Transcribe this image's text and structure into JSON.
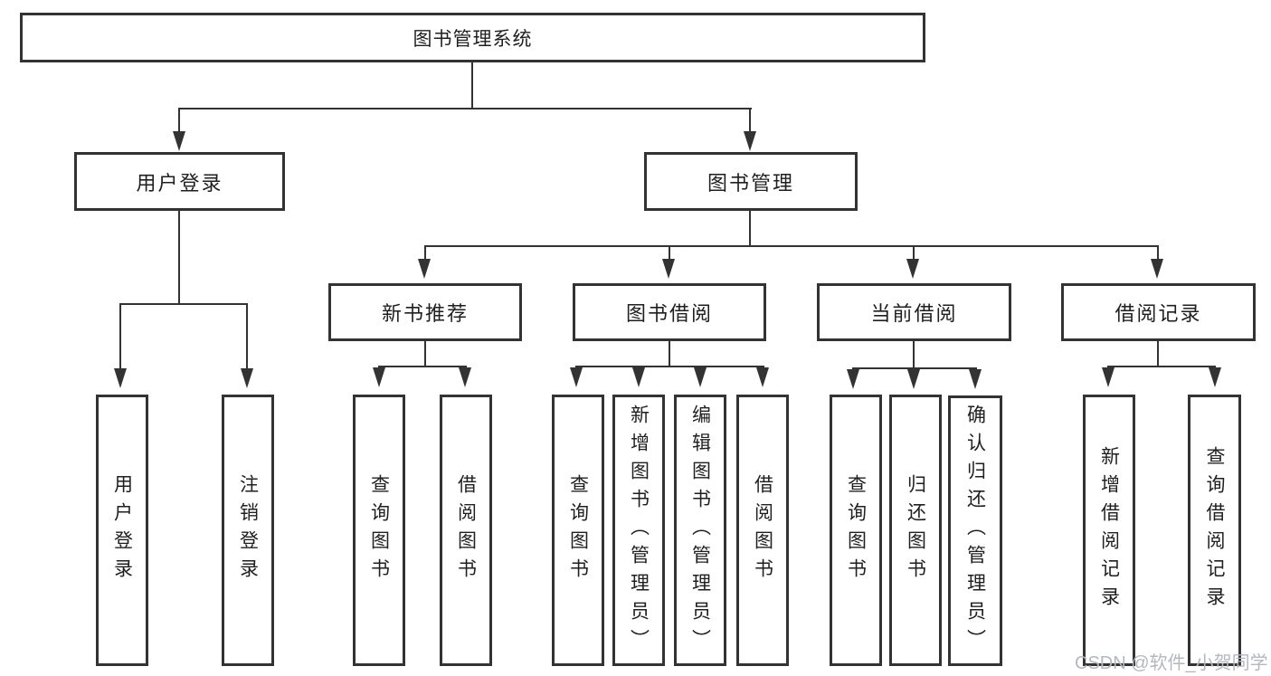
{
  "tree": {
    "root": "图书管理系统",
    "branches": [
      {
        "label": "用户登录",
        "children": [
          "用户登录",
          "注销登录"
        ]
      },
      {
        "label": "图书管理",
        "children": [
          {
            "label": "新书推荐",
            "children": [
              "查询图书",
              "借阅图书"
            ]
          },
          {
            "label": "图书借阅",
            "children": [
              "查询图书",
              "新增图书（管理员）",
              "编辑图书（管理员）",
              "借阅图书"
            ]
          },
          {
            "label": "当前借阅",
            "children": [
              "查询图书",
              "归还图书",
              "确认归还（管理员）"
            ]
          },
          {
            "label": "借阅记录",
            "children": [
              "新增借阅记录",
              "查询借阅记录"
            ]
          }
        ]
      }
    ]
  },
  "watermark": "CSDN @软件_小贺同学",
  "colors": {
    "line": "#333333",
    "text": "#1f1f1f",
    "watermark": "#b3b8bf",
    "background": "#ffffff"
  }
}
